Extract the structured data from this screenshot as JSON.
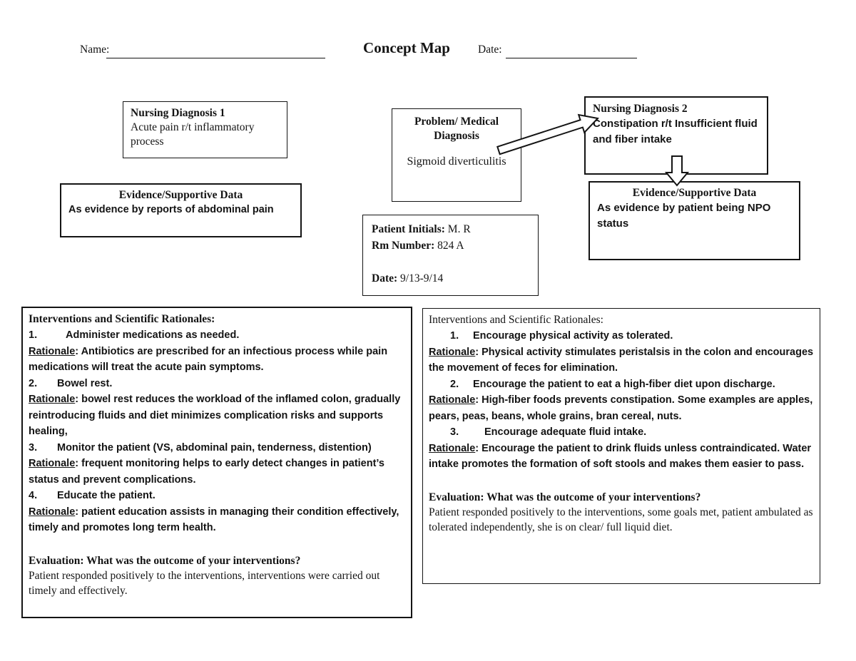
{
  "colors": {
    "ink": "#141414",
    "background": "#ffffff"
  },
  "header": {
    "name_label": "Name:",
    "title": "Concept Map",
    "date_label": "Date:"
  },
  "nd1": {
    "title": "Nursing Diagnosis 1",
    "body": "Acute pain r/t inflammatory process"
  },
  "evidence_left": {
    "title": "Evidence/Supportive Data",
    "body": "As evidence by reports of abdominal pain"
  },
  "problem": {
    "title": "Problem/ Medical Diagnosis",
    "body": "Sigmoid diverticulitis"
  },
  "nd2": {
    "title": "Nursing Diagnosis 2",
    "body": "Constipation r/t Insufficient fluid and fiber intake"
  },
  "evidence_right": {
    "title": "Evidence/Supportive Data",
    "body": "As evidence by patient being NPO status"
  },
  "patient": {
    "initials_label": "Patient Initials:",
    "initials_value": "M. R",
    "rm_label": "Rm Number:",
    "rm_value": "824 A",
    "date_label": "Date:",
    "date_value": "9/13-9/14"
  },
  "interventions_left": {
    "title": "Interventions and Scientific Rationales:",
    "lines": [
      {
        "t": "item",
        "n": "1.",
        "x": "Administer medications as needed.",
        "wide": true
      },
      {
        "t": "rat",
        "label": "Rationale",
        "x": ": Antibiotics are prescribed for an infectious process while pain medications will treat the acute pain symptoms."
      },
      {
        "t": "item",
        "n": "2.",
        "x": "Bowel rest."
      },
      {
        "t": "rat",
        "label": "Rationale",
        "x": ": bowel rest reduces the workload of the inflamed colon, gradually reintroducing fluids and diet minimizes complication risks and supports healing,"
      },
      {
        "t": "item",
        "n": "3.",
        "x": "Monitor the patient (VS, abdominal pain, tenderness, distention)"
      },
      {
        "t": "rat",
        "label": "Rationale",
        "x": ": frequent monitoring helps to early detect changes in patient’s status and prevent complications."
      },
      {
        "t": "item",
        "n": "4.",
        "x": "Educate the patient."
      },
      {
        "t": "rat",
        "label": "Rationale",
        "x": ": patient education assists in managing their condition effectively, timely and promotes long term health."
      }
    ],
    "evaluation_title": "Evaluation: What was the outcome of your interventions?",
    "evaluation_body": "Patient responded positively to the interventions, interventions were carried out timely and effectively."
  },
  "interventions_right": {
    "title": "Interventions and Scientific Rationales:",
    "lines": [
      {
        "t": "item2",
        "n": "1.",
        "x": "Encourage physical activity as tolerated."
      },
      {
        "t": "rat",
        "label": "Rationale",
        "x": ": Physical activity stimulates peristalsis in the colon and encourages the movement of feces for elimination."
      },
      {
        "t": "item2",
        "n": "2.",
        "x": "Encourage the patient to eat a high-fiber diet upon discharge."
      },
      {
        "t": "rat",
        "label": "Rationale",
        "x": ": High-fiber foods prevents constipation. Some examples are apples, pears, peas, beans, whole grains, bran cereal, nuts."
      },
      {
        "t": "item2",
        "n": "3.",
        "x": "Encourage adequate fluid intake.",
        "wide": true
      },
      {
        "t": "rat",
        "label": "Rationale",
        "x": ": Encourage the patient to drink fluids unless contraindicated. Water intake promotes the formation of soft stools and makes them easier to pass."
      }
    ],
    "evaluation_title": "Evaluation: What was the outcome of your interventions?",
    "evaluation_body": "Patient responded positively to the interventions, some goals met, patient ambulated as tolerated independently, she is on clear/ full liquid diet."
  },
  "icons": {
    "diagnosis_link_arrow": "block-arrow-up-right",
    "evidence_link_arrow": "block-arrow-down"
  }
}
